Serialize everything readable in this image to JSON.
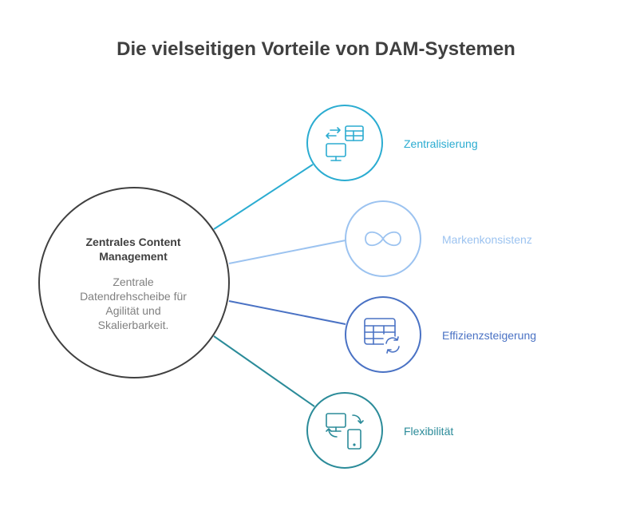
{
  "title": "Die vielseitigen Vorteile von DAM-Systemen",
  "hub": {
    "title_line1": "Zentrales Content",
    "title_line2": "Management",
    "desc_line1": "Zentrale",
    "desc_line2": "Datendrehscheibe für",
    "desc_line3": "Agilität und",
    "desc_line4": "Skalierbarkeit."
  },
  "nodes": [
    {
      "label": "Zentralisierung",
      "icon": "sync-table-monitor-icon",
      "color": "#2BACD1"
    },
    {
      "label": "Markenkonsistenz",
      "icon": "infinity-icon",
      "color": "#9CC3F0"
    },
    {
      "label": "Effizienzsteigerung",
      "icon": "table-refresh-icon",
      "color": "#4A72C4"
    },
    {
      "label": "Flexibilität",
      "icon": "monitor-phone-sync-icon",
      "color": "#2B8B99"
    }
  ]
}
